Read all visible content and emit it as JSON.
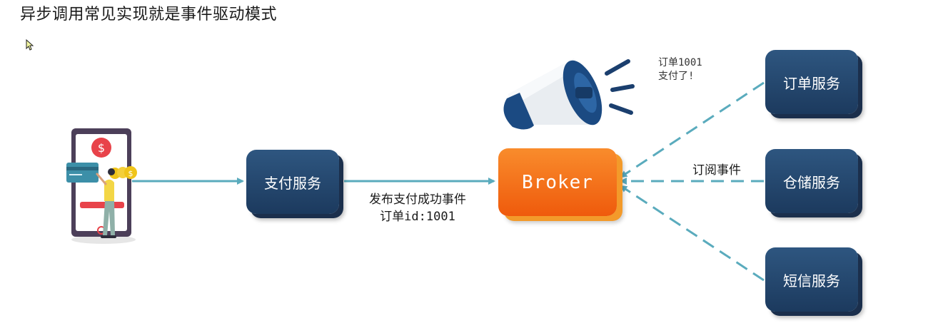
{
  "title": "异步调用常见实现就是事件驱动模式",
  "nodes": {
    "payment": "支付服务",
    "broker": "Broker",
    "order": "订单服务",
    "storage": "仓储服务",
    "sms": "短信服务"
  },
  "labels": {
    "publish_line1": "发布支付成功事件",
    "publish_line2": "订单id:1001",
    "subscribe": "订阅事件",
    "announce_line1": "订单1001",
    "announce_line2": "支付了!"
  },
  "colors": {
    "service_box": "#1f3f66",
    "broker_box": "#f26a14",
    "arrow": "#5aabbd"
  },
  "icons": [
    "cursor-icon",
    "phone-payment-illustration",
    "megaphone-icon"
  ]
}
